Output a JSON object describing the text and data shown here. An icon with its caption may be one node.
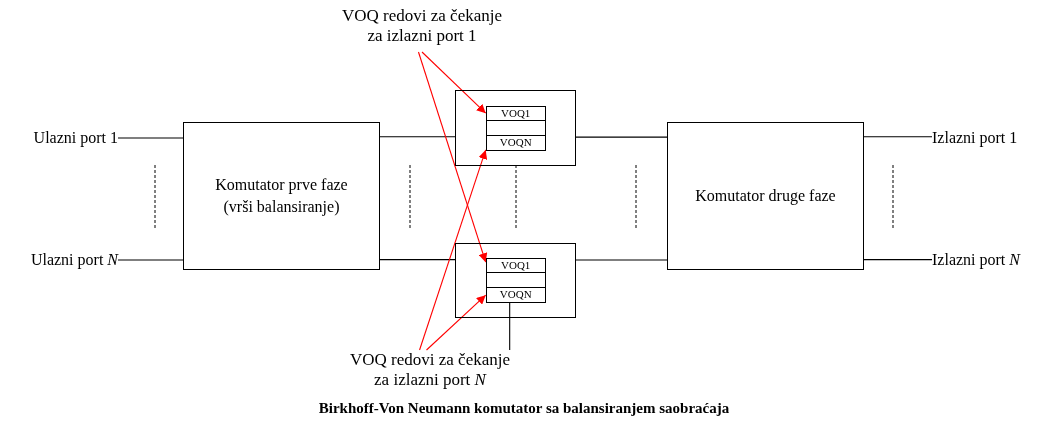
{
  "diagram": {
    "caption": "Birkhoff-Von Neumann komutator sa balansiranjem saobraćaja",
    "nodes": [
      {
        "text": [
          "Ulazni port 1"
        ]
      },
      {
        "text": [
          "Ulazni port *N*"
        ]
      },
      {
        "text": [
          "Komutator prve faze (vrši balansiranje)"
        ]
      },
      {
        "text": [],
        "shape": "box"
      },
      {
        "text": [
          "VOQ1"
        ],
        "in": 3
      },
      {
        "text": [],
        "shape": "box",
        "in": 3
      },
      {
        "text": [
          "VOQN"
        ],
        "in": 3
      },
      {
        "text": [],
        "shape": "box"
      },
      {
        "text": [
          "VOQ1"
        ],
        "in": 7
      },
      {
        "text": [],
        "shape": "box",
        "in": 7
      },
      {
        "text": [
          "VOQN"
        ],
        "in": 7
      },
      {
        "text": [
          "Komutator druge faze"
        ]
      },
      {
        "text": [
          "Izlazni port 1"
        ]
      },
      {
        "text": [
          "Izlazni port *N*"
        ]
      },
      {
        "text": [
          "VOQ redovi za čekanje za izlazni port 1"
        ]
      },
      {
        "text": [
          "VOQ redovi za čekanje za izlazni port *N*"
        ]
      }
    ],
    "edges": [
      {
        "from": 0,
        "to": 2,
        "arrow": "none"
      },
      {
        "from": 1,
        "to": 2,
        "arrow": "none"
      },
      {
        "from": 2,
        "to": 3,
        "arrow": "none"
      },
      {
        "from": 2,
        "to": 7,
        "arrow": "none"
      },
      {
        "from": 3,
        "to": 11,
        "arrow": "none"
      },
      {
        "from": 7,
        "to": 11,
        "arrow": "none"
      },
      {
        "from": 11,
        "to": 12,
        "arrow": "none"
      },
      {
        "from": 11,
        "to": 13,
        "arrow": "none"
      },
      {
        "from": 14,
        "to": 4,
        "arrow": "to",
        "color": "#ff0000"
      },
      {
        "from": 14,
        "to": 8,
        "arrow": "to",
        "color": "#ff0000"
      },
      {
        "from": 15,
        "to": 6,
        "arrow": "to",
        "color": "#ff0000"
      },
      {
        "from": 15,
        "to": 10,
        "arrow": "to",
        "color": "#ff0000"
      },
      {
        "from": 10,
        "to": 15,
        "arrow": "none"
      }
    ]
  }
}
